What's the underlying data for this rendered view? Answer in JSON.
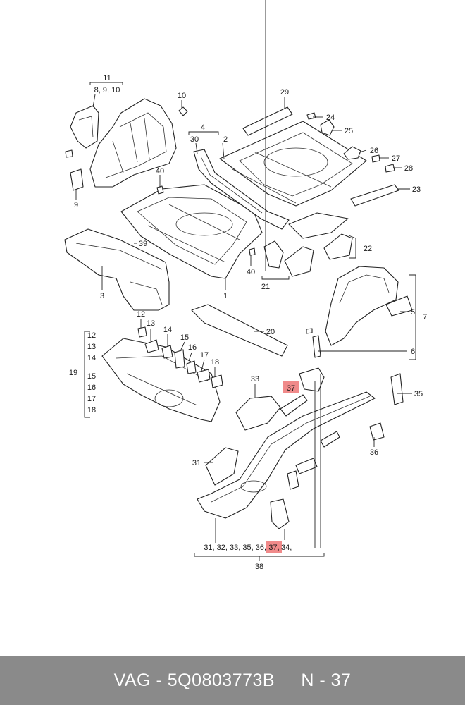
{
  "labels": {
    "l11": "11",
    "l8_9_10": "8,  9, 10",
    "l10": "10",
    "l29": "29",
    "l24": "24",
    "l25": "25",
    "l4": "4",
    "l30": "30",
    "l2": "2",
    "l40a": "40",
    "l26": "26",
    "l27": "27",
    "l28": "28",
    "l9": "9",
    "l23": "23",
    "l39": "39",
    "l22": "22",
    "l40b": "40",
    "l21": "21",
    "l3": "3",
    "l1": "1",
    "l7": "7",
    "l5": "5",
    "l12a": "12",
    "l13a": "13",
    "l14a": "14",
    "l15a": "15",
    "l16a": "16",
    "l17a": "17",
    "l18a": "18",
    "l20": "20",
    "l6": "6",
    "l12b": "12",
    "l13b": "13",
    "l14b": "14",
    "l15b": "15",
    "l16b": "16",
    "l17b": "17",
    "l18b": "18",
    "l19": "19",
    "l33": "33",
    "l37": "37",
    "l35": "35",
    "l36": "36",
    "l31": "31",
    "l34": "34",
    "l38": "38",
    "bottom_list_a": "31, 32, 33, 35, 36,",
    "bottom_list_b": "37,",
    "bottom_list_c": " 34,"
  },
  "footer": {
    "brand": "VAG",
    "sep": " - ",
    "part_number": "5Q0803773B",
    "gap": "     ",
    "position": "N - 37"
  },
  "colors": {
    "highlight": "#f08a8a",
    "footer_bg": "#8a8a8a",
    "footer_text": "#ffffff"
  }
}
